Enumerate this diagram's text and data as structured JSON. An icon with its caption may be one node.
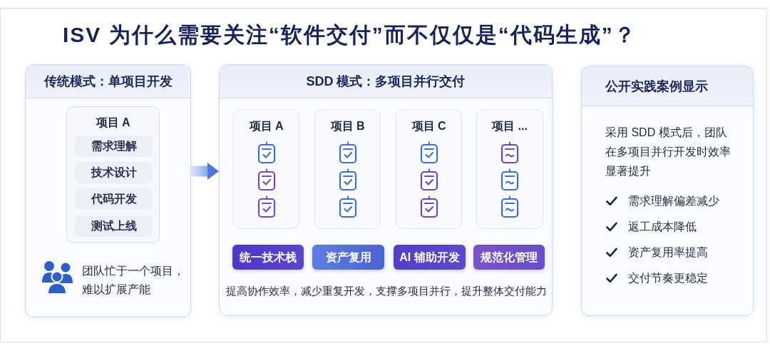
{
  "diagram": {
    "title": "ISV 为什么需要关注“软件交付”而不仅仅是“代码生成”？",
    "nodes": [
      {
        "text": [
          "传统模式：单项目开发",
          "团队忙于一个项目，难以扩展产能"
        ]
      },
      {
        "text": [
          "项目 A"
        ],
        "in": 0
      },
      {
        "text": [
          "需求理解"
        ],
        "in": 1
      },
      {
        "text": [
          "技术设计"
        ],
        "in": 1
      },
      {
        "text": [
          "代码开发"
        ],
        "in": 1
      },
      {
        "text": [
          "测试上线"
        ],
        "in": 1
      },
      {
        "text": [
          "SDD 模式：多项目并行交付",
          "提高协作效率，减少重复开发，支撑多项目并行，提升整体交付能力"
        ]
      },
      {
        "text": [
          "项目 A"
        ],
        "in": 6
      },
      {
        "text": [
          "项目 B"
        ],
        "in": 6
      },
      {
        "text": [
          "项目 C"
        ],
        "in": 6
      },
      {
        "text": [
          "项目 ..."
        ],
        "in": 6
      },
      {
        "text": [
          "统一技术栈"
        ],
        "in": 6
      },
      {
        "text": [
          "资产复用"
        ],
        "in": 6
      },
      {
        "text": [
          "AI 辅助开发"
        ],
        "in": 6
      },
      {
        "text": [
          "规范化管理"
        ],
        "in": 6
      },
      {
        "text": [
          "公开实践案例显示",
          "采用 SDD 模式后，团队在多项目并行开发时效率显著提升",
          "需求理解偏差减少",
          "返工成本降低",
          "资产复用率提高",
          "交付节奏更稳定"
        ]
      }
    ],
    "edges": [
      {
        "from": 0,
        "to": 6,
        "arrow": "to"
      }
    ]
  }
}
